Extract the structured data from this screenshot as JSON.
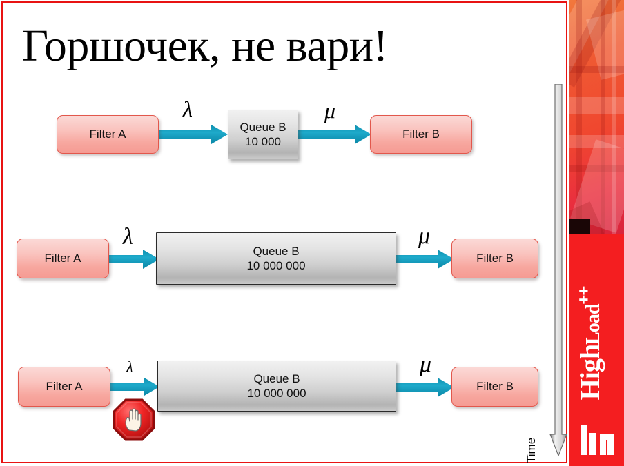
{
  "slide": {
    "title": "Горшочек, не вари!",
    "border_color": "#e81313",
    "background": "#ffffff"
  },
  "theme": {
    "arrow_color": "#0f9fc0",
    "filter_fill_top": "#fbd9d6",
    "filter_fill_bottom": "#f59b93",
    "filter_border": "#e2574c",
    "queue_fill_top": "#f1f1f1",
    "queue_fill_bottom": "#b3b3b3",
    "queue_border": "#2b2b2b",
    "brand_red": "#f41e20",
    "stop_sign_red": "#e01b1b"
  },
  "diagram": {
    "rows": [
      {
        "id": "row-1",
        "source": {
          "label": "Filter A"
        },
        "in_rate": {
          "symbol": "λ",
          "size": "large"
        },
        "queue": {
          "name": "Queue B",
          "capacity": "10 000"
        },
        "out_rate": {
          "symbol": "μ",
          "size": "large"
        },
        "sink": {
          "label": "Filter B"
        },
        "blocked": false
      },
      {
        "id": "row-2",
        "source": {
          "label": "Filter A"
        },
        "in_rate": {
          "symbol": "λ",
          "size": "large"
        },
        "queue": {
          "name": "Queue B",
          "capacity": "10 000 000"
        },
        "out_rate": {
          "symbol": "μ",
          "size": "large"
        },
        "sink": {
          "label": "Filter B"
        },
        "blocked": false
      },
      {
        "id": "row-3",
        "source": {
          "label": "Filter A"
        },
        "in_rate": {
          "symbol": "λ",
          "size": "small"
        },
        "queue": {
          "name": "Queue B",
          "capacity": "10 000 000"
        },
        "out_rate": {
          "symbol": "μ",
          "size": "large"
        },
        "sink": {
          "label": "Filter B"
        },
        "blocked": true,
        "block_icon": "stop-hand-icon"
      }
    ]
  },
  "time_axis": {
    "label": "Time",
    "direction": "downward"
  },
  "branding": {
    "logo_primary": "High",
    "logo_secondary": "Load",
    "logo_suffix": "++",
    "logo_mark": "bar-chart-icon"
  }
}
